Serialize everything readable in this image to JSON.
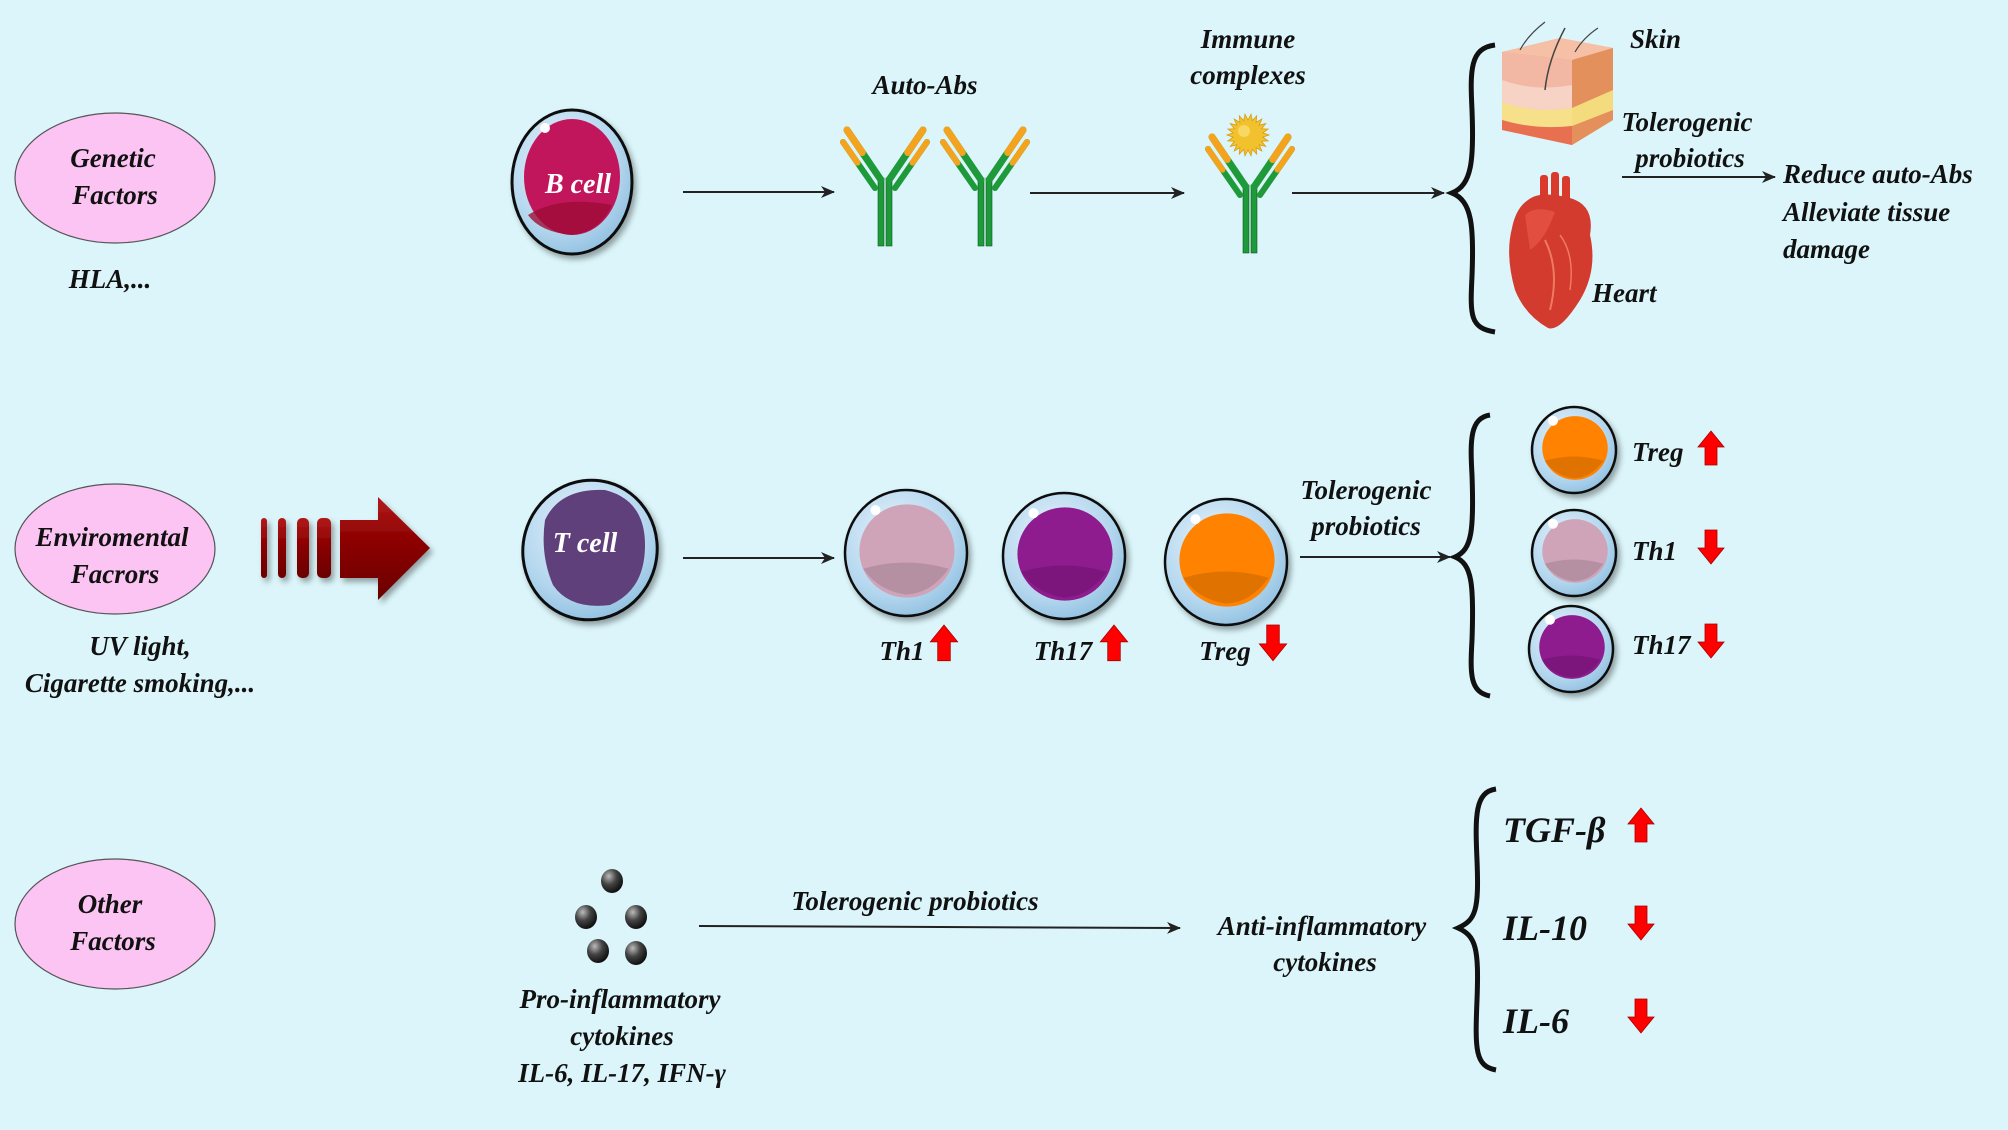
{
  "factors": {
    "genetic": {
      "line1": "Genetic",
      "line2": "Factors",
      "examples": "HLA,..."
    },
    "environmental": {
      "line1": "Enviromental",
      "line2": "Facrors",
      "examples_line1": "UV light,",
      "examples_line2": "Cigarette smoking,..."
    },
    "other": {
      "line1": "Other",
      "line2": "Factors"
    }
  },
  "row1": {
    "b_cell_label": "B cell",
    "auto_abs_label": "Auto-Abs",
    "immune_complexes_line1": "Immune",
    "immune_complexes_line2": "complexes",
    "skin_label": "Skin",
    "heart_label": "Heart",
    "probiotics_line1": "Tolerogenic",
    "probiotics_line2": "probiotics",
    "outcome_line1": "Reduce auto-Abs",
    "outcome_line2": "Alleviate tissue",
    "outcome_line3": "damage"
  },
  "row2": {
    "t_cell_label": "T cell",
    "subsets_before": [
      {
        "label": "Th1",
        "trend": "up"
      },
      {
        "label": "Th17",
        "trend": "up"
      },
      {
        "label": "Treg",
        "trend": "down"
      }
    ],
    "probiotics_line1": "Tolerogenic",
    "probiotics_line2": "probiotics",
    "subsets_after": [
      {
        "label": "Treg",
        "trend": "up"
      },
      {
        "label": "Th1",
        "trend": "down"
      },
      {
        "label": "Th17",
        "trend": "down"
      }
    ]
  },
  "row3": {
    "pro_line1": "Pro-inflammatory",
    "pro_line2": "cytokines",
    "pro_line3": "IL-6, IL-17, IFN-γ",
    "arrow_label": "Tolerogenic probiotics",
    "anti_line1": "Anti-inflammatory",
    "anti_line2": "cytokines",
    "cytokines": [
      {
        "label": "TGF-β",
        "trend": "up"
      },
      {
        "label": "IL-10",
        "trend": "down"
      },
      {
        "label": "IL-6",
        "trend": "down"
      }
    ]
  },
  "colors": {
    "background": "#dbf5fa",
    "factor_ellipse": "#fbc4f3",
    "arrow_red": "#ff0000",
    "block_arrow": "#8b0000",
    "b_cell": "#c2185b",
    "t_cell": "#5e3f7a",
    "th1": "#cfa4b9",
    "th17": "#8e1b8e",
    "treg": "#ff8200"
  }
}
